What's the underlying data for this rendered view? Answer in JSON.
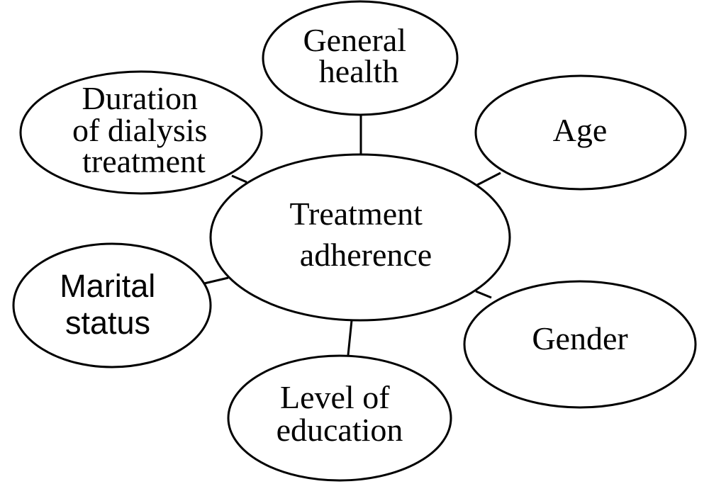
{
  "diagram": {
    "center": {
      "lines": [
        "Treatment",
        "adherence"
      ]
    },
    "factors": [
      {
        "id": "general-health",
        "lines": [
          "General",
          "health"
        ]
      },
      {
        "id": "age",
        "lines": [
          "Age"
        ]
      },
      {
        "id": "gender",
        "lines": [
          "Gender"
        ]
      },
      {
        "id": "level-of-education",
        "lines": [
          "Level of",
          "education"
        ]
      },
      {
        "id": "marital-status",
        "lines": [
          "Marital",
          "status"
        ]
      },
      {
        "id": "duration-of-dialysis-treatment",
        "lines": [
          "Duration",
          "of dialysis",
          "treatment"
        ]
      }
    ],
    "colors": {
      "stroke": "#000000",
      "fill": "#ffffff",
      "text": "#000000"
    }
  }
}
